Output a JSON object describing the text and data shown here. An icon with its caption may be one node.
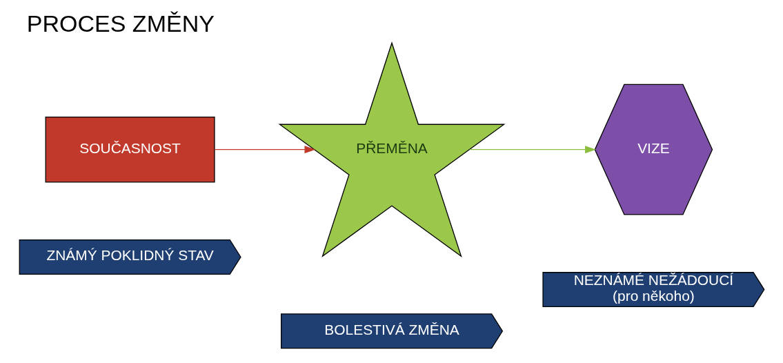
{
  "diagram": {
    "title": "PROCES ZMĚNY",
    "nodes": [
      {
        "text": [
          "SOUČASNOST"
        ]
      },
      {
        "text": [
          "PŘEMĚNA"
        ]
      },
      {
        "text": [
          "VIZE"
        ]
      },
      {
        "text": [
          "ZNÁMÝ POKLIDNÝ STAV"
        ]
      },
      {
        "text": [
          "BOLESTIVÁ ZMĚNA"
        ]
      },
      {
        "text": [
          "NEZNÁMÉ NEŽÁDOUCÍ",
          "(pro někoho)"
        ]
      }
    ],
    "edges": [
      {
        "from": 0,
        "to": 1,
        "arrow": "to",
        "color": "#c0392b"
      },
      {
        "from": 1,
        "to": 2,
        "arrow": "to",
        "color": "#8cbd3f"
      }
    ]
  }
}
